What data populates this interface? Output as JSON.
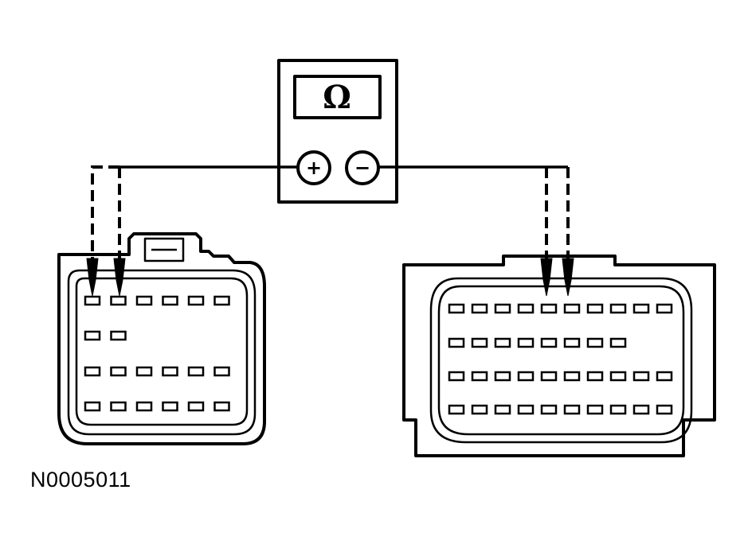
{
  "meter": {
    "display_symbol": "Ω",
    "positive_terminal": "+",
    "negative_terminal": "−"
  },
  "figure_id": "N0005011",
  "left_connector": {
    "rows": [
      6,
      2,
      6,
      6
    ]
  },
  "right_connector": {
    "rows": [
      10,
      8,
      10,
      10
    ]
  }
}
